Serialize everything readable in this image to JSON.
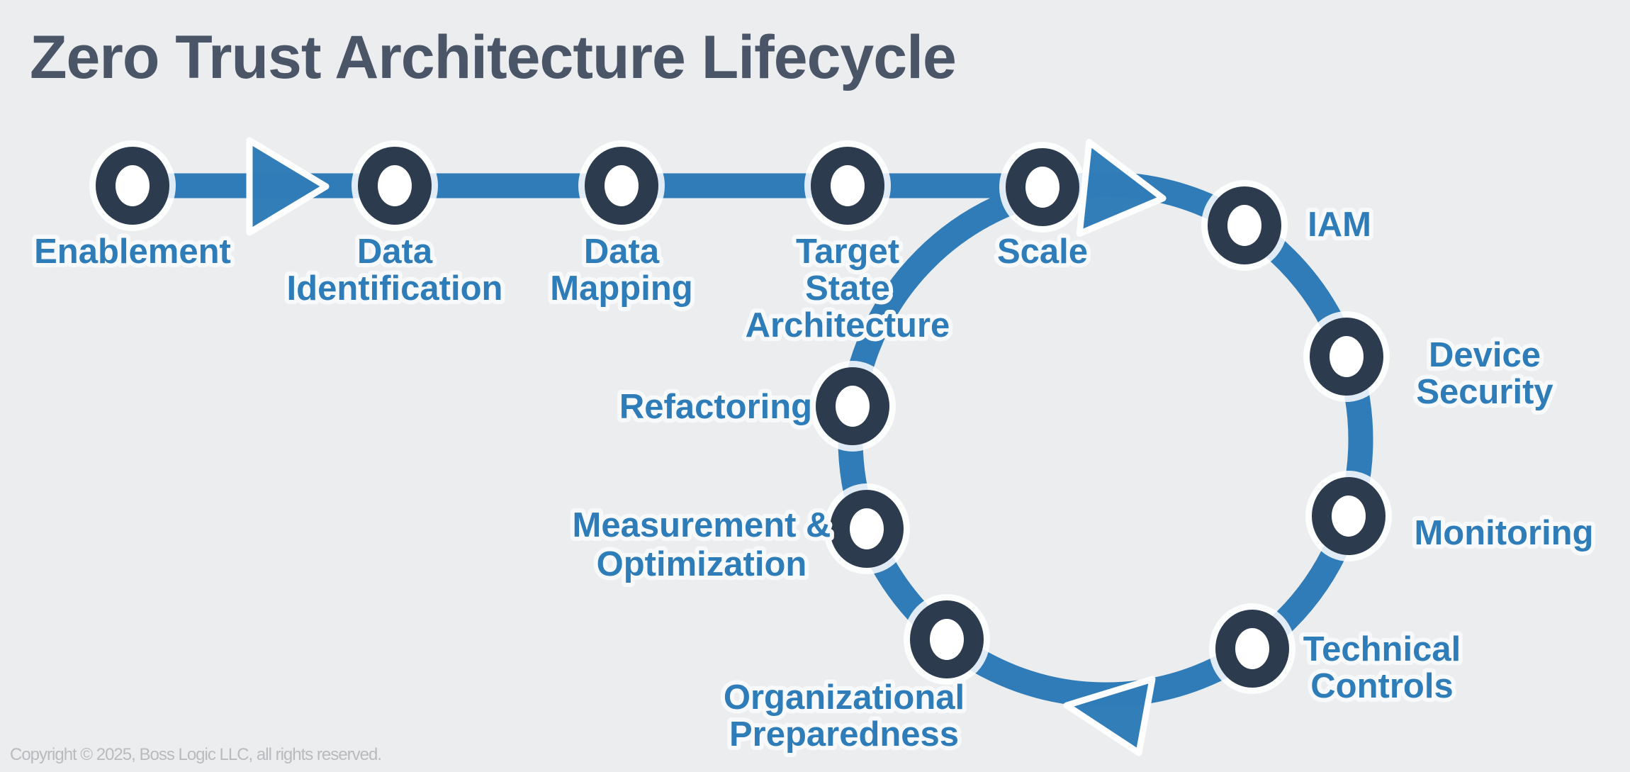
{
  "title": "Zero Trust Architecture Lifecycle",
  "copyright": "Copyright © 2025, Boss Logic LLC, all rights reserved.",
  "colors": {
    "background": "#ebedee",
    "flow_blue": "#2f7cb8",
    "node_navy": "#2c3b4e",
    "label_blue": "#2e7cb8",
    "title_gray": "#4a5568",
    "copyright_gray": "#b9bbbf",
    "halo_white": "#ffffff"
  },
  "flow": {
    "phase_steps": [
      {
        "id": "enablement",
        "label": "Enablement",
        "lines": [
          "Enablement"
        ]
      },
      {
        "id": "data-identification",
        "label": "Data Identification",
        "lines": [
          "Data",
          "Identification"
        ]
      },
      {
        "id": "data-mapping",
        "label": "Data Mapping",
        "lines": [
          "Data",
          "Mapping"
        ]
      },
      {
        "id": "target-state-architecture",
        "label": "Target State Architecture",
        "lines": [
          "Target",
          "State",
          "Architecture"
        ]
      },
      {
        "id": "scale",
        "label": "Scale",
        "lines": [
          "Scale"
        ]
      }
    ],
    "cycle_steps": [
      {
        "id": "iam",
        "label": "IAM",
        "lines": [
          "IAM"
        ]
      },
      {
        "id": "device-security",
        "label": "Device Security",
        "lines": [
          "Device",
          "Security"
        ]
      },
      {
        "id": "monitoring",
        "label": "Monitoring",
        "lines": [
          "Monitoring"
        ]
      },
      {
        "id": "technical-controls",
        "label": "Technical Controls",
        "lines": [
          "Technical",
          "Controls"
        ]
      },
      {
        "id": "organizational-preparedness",
        "label": "Organizational Preparedness",
        "lines": [
          "Organizational",
          "Preparedness"
        ]
      },
      {
        "id": "measurement-optimization",
        "label": "Measurement & Optimization",
        "lines": [
          "Measurement &",
          "Optimization"
        ]
      },
      {
        "id": "refactoring",
        "label": "Refactoring",
        "lines": [
          "Refactoring"
        ]
      }
    ]
  }
}
